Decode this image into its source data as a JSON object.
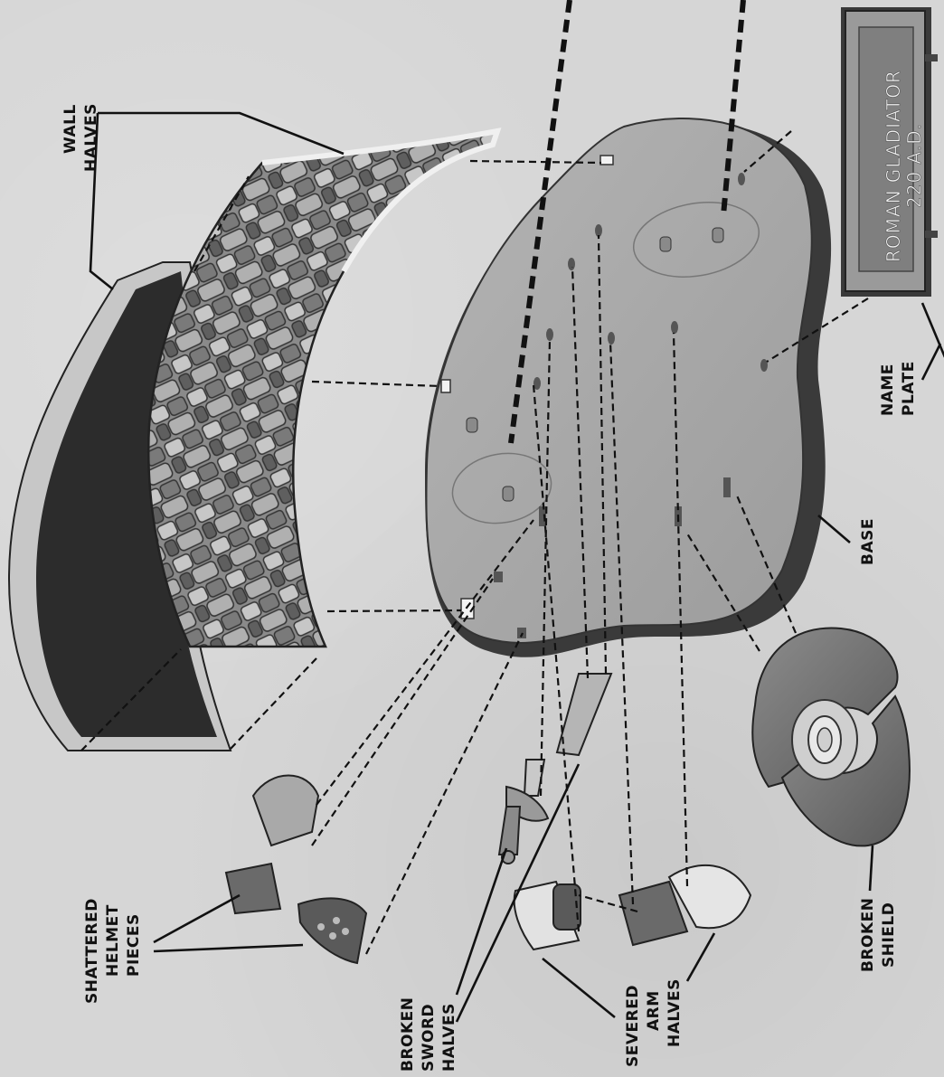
{
  "labels": {
    "wall_halves": [
      "WALL",
      "HALVES"
    ],
    "name_plate": [
      "NAME",
      "PLATE"
    ],
    "base": [
      "BASE"
    ],
    "broken_shield": [
      "BROKEN",
      "SHIELD"
    ],
    "severed_arm_halves": [
      "SEVERED",
      "ARM",
      "HALVES"
    ],
    "broken_sword_halves": [
      "BROKEN",
      "SWORD",
      "HALVES"
    ],
    "shattered_helmet_pieces": [
      "SHATTERED",
      "HELMET",
      "PIECES"
    ]
  },
  "plate": {
    "line1": "ROMAN GLADIATOR",
    "line2": "220 A.D."
  },
  "colors": {
    "background": "#d6d6d6",
    "base_top": "#a7a7a7",
    "base_side": "#3b3b3b",
    "wall_dark": "#2e2e2e",
    "stone_light": "#c9c9c9",
    "stone_dark": "#6f6f6f",
    "line": "#111111"
  }
}
